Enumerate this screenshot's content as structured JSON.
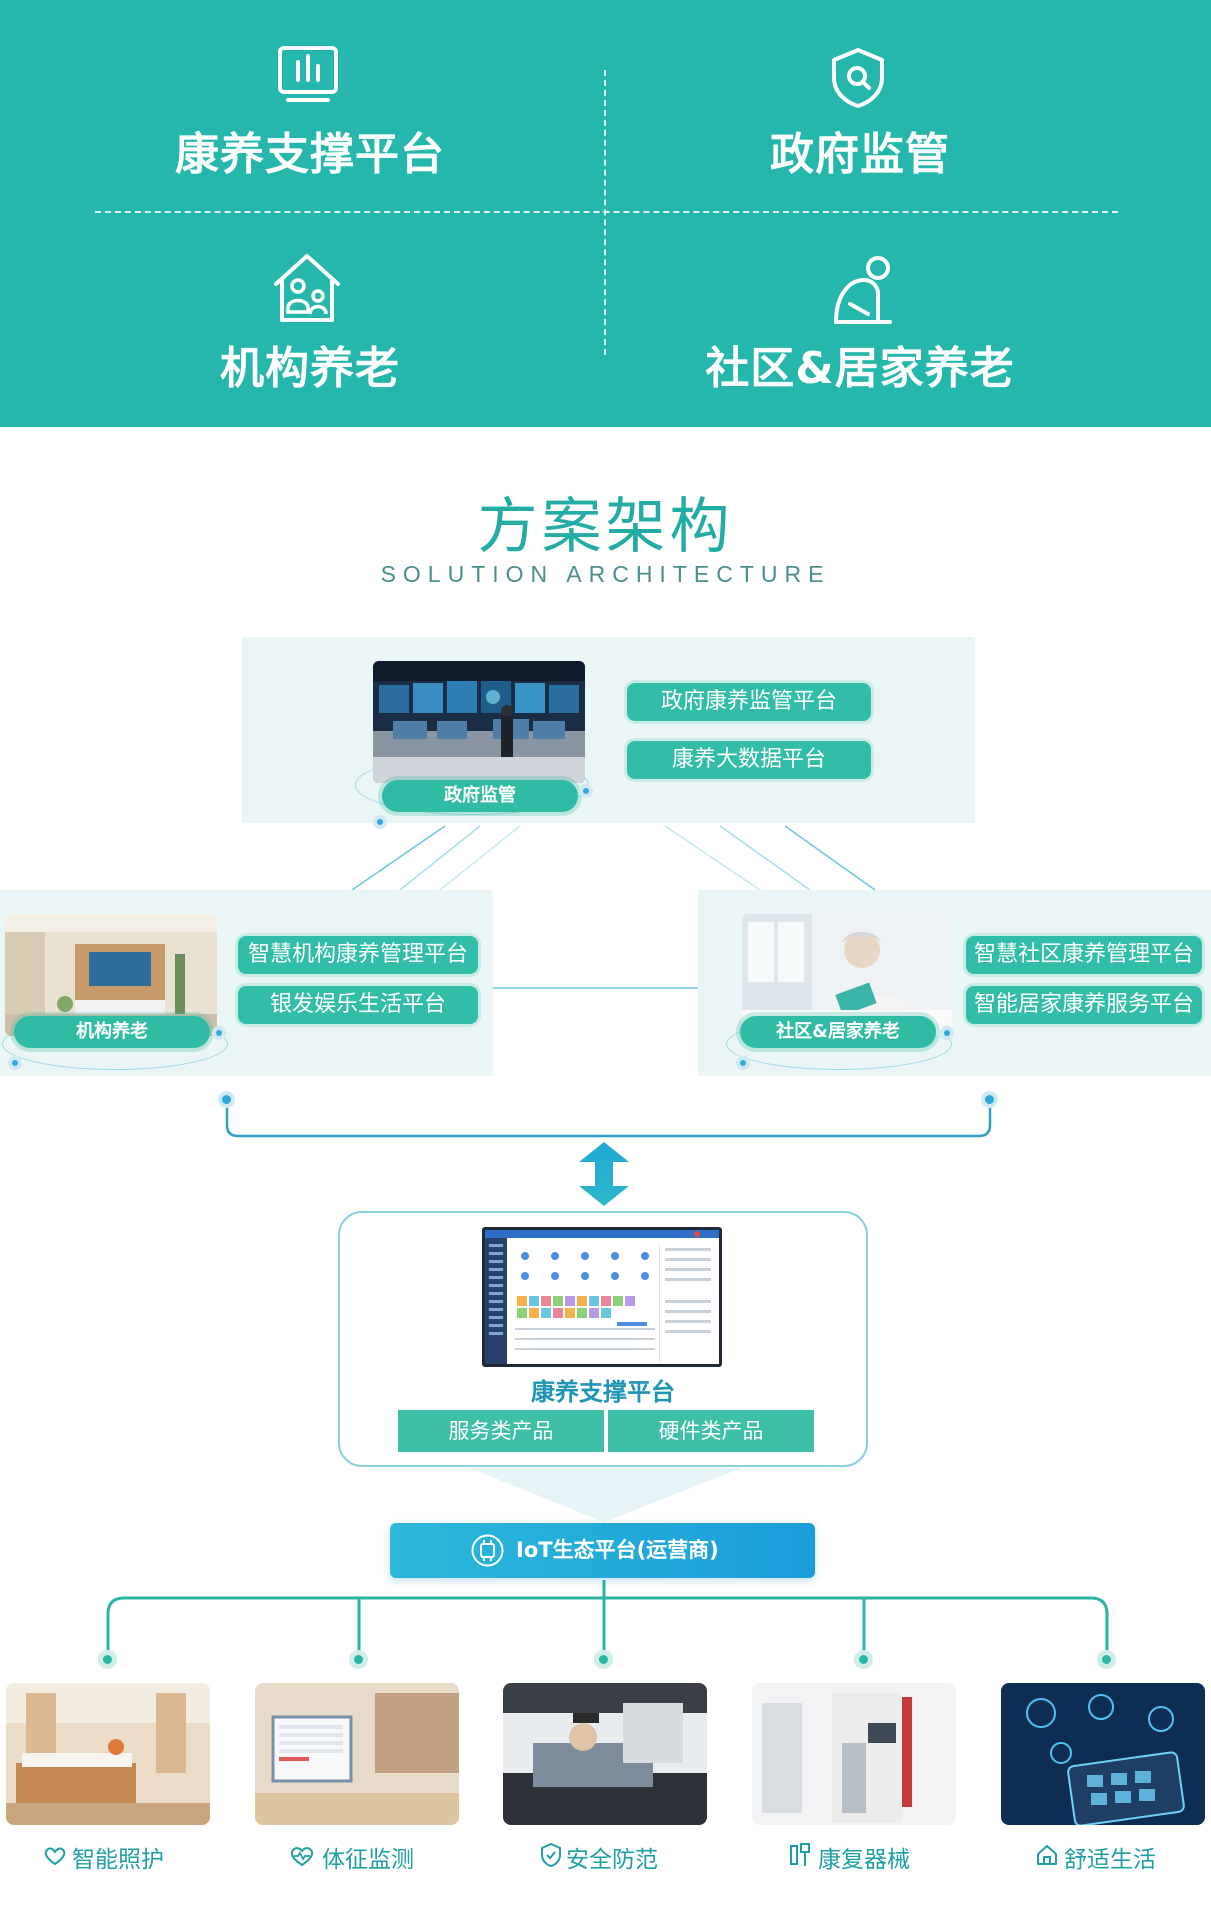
{
  "quadrants": {
    "top_left": {
      "label": "康养支撑平台",
      "icon": "chart-panel-icon"
    },
    "top_right": {
      "label": "政府监管",
      "icon": "shield-search-icon"
    },
    "bottom_left": {
      "label": "机构养老",
      "icon": "house-people-icon"
    },
    "bottom_right": {
      "label": "社区&居家养老",
      "icon": "caregiver-icon"
    }
  },
  "section": {
    "title": "方案架构",
    "subtitle": "SOLUTION ARCHITECTURE"
  },
  "gov_block": {
    "tag": "政府监管",
    "pills": [
      "政府康养监管平台",
      "康养大数据平台"
    ]
  },
  "inst_block": {
    "tag": "机构养老",
    "pills": [
      "智慧机构康养管理平台",
      "银发娱乐生活平台"
    ]
  },
  "comm_block": {
    "tag": "社区&居家养老",
    "pills": [
      "智慧社区康养管理平台",
      "智能居家康养服务平台"
    ]
  },
  "support_platform": {
    "title": "康养支撑平台",
    "tabs": [
      "服务类产品",
      "硬件类产品"
    ]
  },
  "iot_bar": {
    "label": "IoT生态平台(运营商)",
    "icon": "iot-chip-icon"
  },
  "bottom_items": [
    {
      "label": "智能照护",
      "icon": "care-hands-icon"
    },
    {
      "label": "体征监测",
      "icon": "heart-pulse-icon"
    },
    {
      "label": "安全防范",
      "icon": "shield-check-icon"
    },
    {
      "label": "康复器械",
      "icon": "rehab-equipment-icon"
    },
    {
      "label": "舒适生活",
      "icon": "home-icon"
    }
  ],
  "colors": {
    "teal": "#25B7AC",
    "pill": "#32BDA9",
    "iot_gradient_start": "#2CB8D9",
    "iot_gradient_end": "#1A9EDB",
    "title": "#22ACA5"
  }
}
